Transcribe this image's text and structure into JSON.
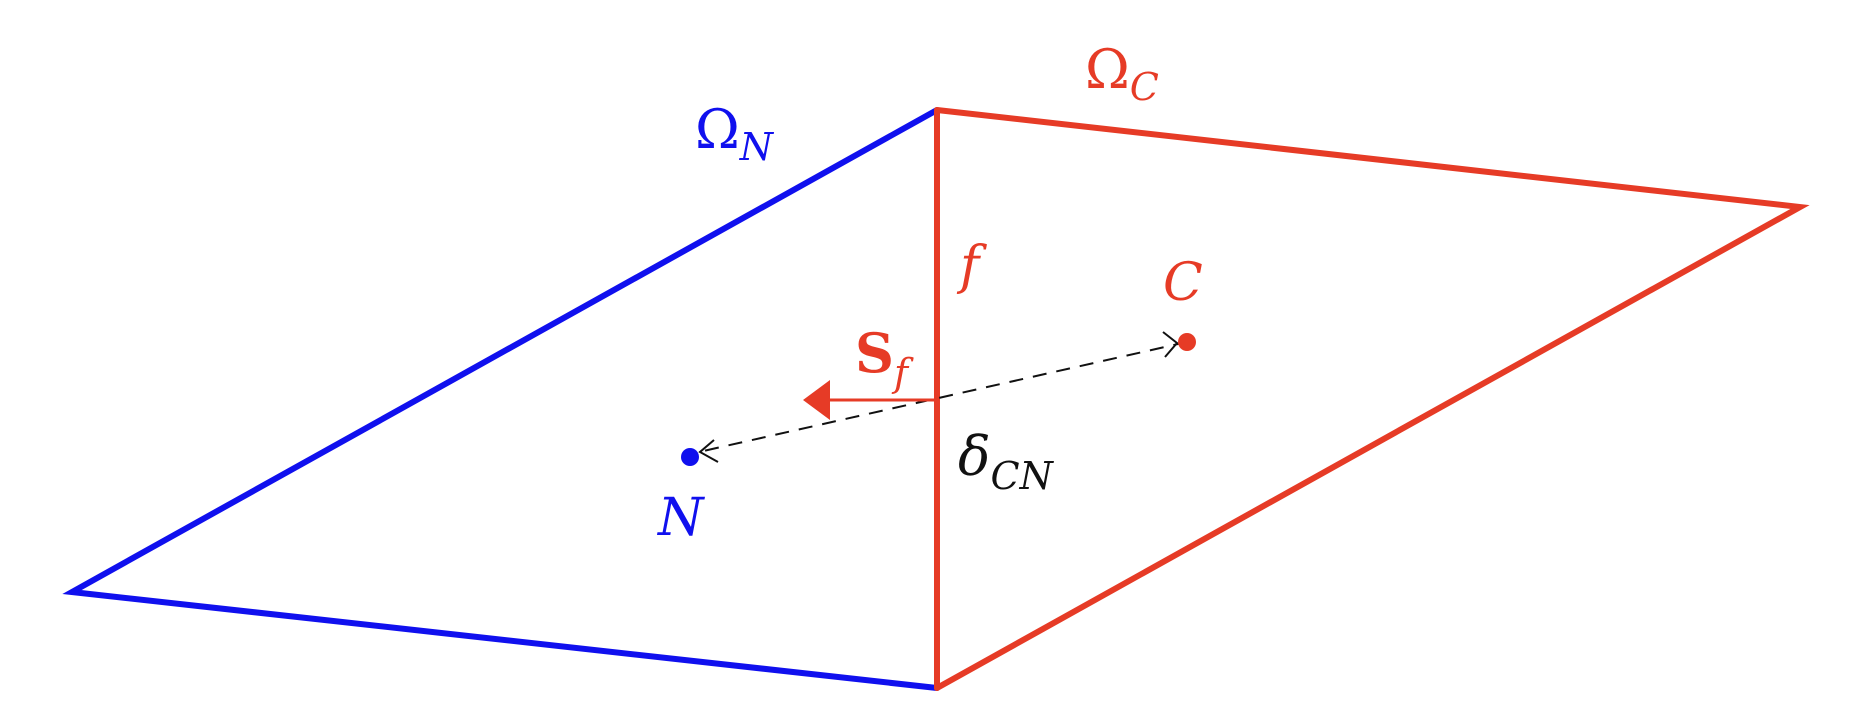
{
  "colors": {
    "neighbor": "#1010ee",
    "owner": "#e63b26",
    "connector": "#111111",
    "background": "#ffffff"
  },
  "labels": {
    "omega_n": {
      "main": "Ω",
      "sub": "N"
    },
    "omega_c": {
      "main": "Ω",
      "sub": "C"
    },
    "face": "f",
    "surface_vector": {
      "main": "S",
      "sub": "f"
    },
    "delta": {
      "main": "δ",
      "sub": "CN"
    },
    "point_c": "C",
    "point_n": "N"
  }
}
